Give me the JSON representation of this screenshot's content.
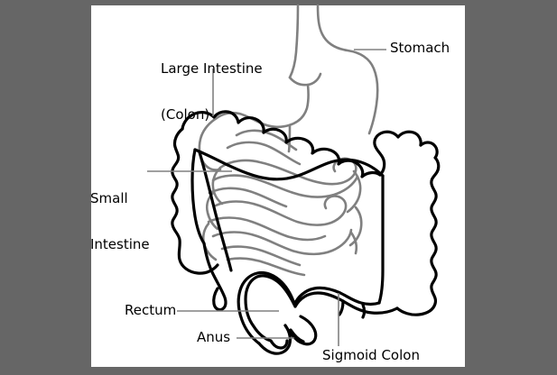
{
  "diagram": {
    "title": "Large intestine (colon) anatomy diagram",
    "background_color": "#666666",
    "canvas_color": "#ffffff",
    "organ_outline_color": "#000000",
    "secondary_organ_color": "#808080",
    "leader_line_color": "#808080",
    "text_color": "#000000"
  },
  "labels": [
    {
      "id": "large-intestine",
      "text": "Large Intestine\n(Colon)",
      "line1": "Large Intestine",
      "line2": "(Colon)",
      "leader": "vertical"
    },
    {
      "id": "stomach",
      "text": "Stomach",
      "leader": "horizontal"
    },
    {
      "id": "small-intestine",
      "text": "Small\nIntestine",
      "line1": "Small",
      "line2": "Intestine",
      "leader": "horizontal"
    },
    {
      "id": "rectum",
      "text": "Rectum",
      "leader": "horizontal"
    },
    {
      "id": "anus",
      "text": "Anus",
      "leader": "horizontal"
    },
    {
      "id": "sigmoid-colon",
      "text": "Sigmoid Colon",
      "leader": "vertical"
    }
  ],
  "organs": [
    {
      "id": "stomach",
      "name": "stomach",
      "color": "#808080"
    },
    {
      "id": "esophagus",
      "name": "esophagus",
      "color": "#808080"
    },
    {
      "id": "duodenum",
      "name": "duodenum",
      "color": "#808080"
    },
    {
      "id": "small-intestine",
      "name": "small intestine coils",
      "color": "#808080"
    },
    {
      "id": "ascending-colon",
      "name": "ascending colon",
      "color": "#000000"
    },
    {
      "id": "transverse-colon",
      "name": "transverse colon",
      "color": "#000000"
    },
    {
      "id": "descending-colon",
      "name": "descending colon",
      "color": "#000000"
    },
    {
      "id": "sigmoid-colon",
      "name": "sigmoid colon",
      "color": "#000000"
    },
    {
      "id": "rectum",
      "name": "rectum",
      "color": "#000000"
    },
    {
      "id": "anus",
      "name": "anus",
      "color": "#000000"
    },
    {
      "id": "cecum-appendix",
      "name": "cecum and appendix",
      "color": "#000000"
    }
  ]
}
